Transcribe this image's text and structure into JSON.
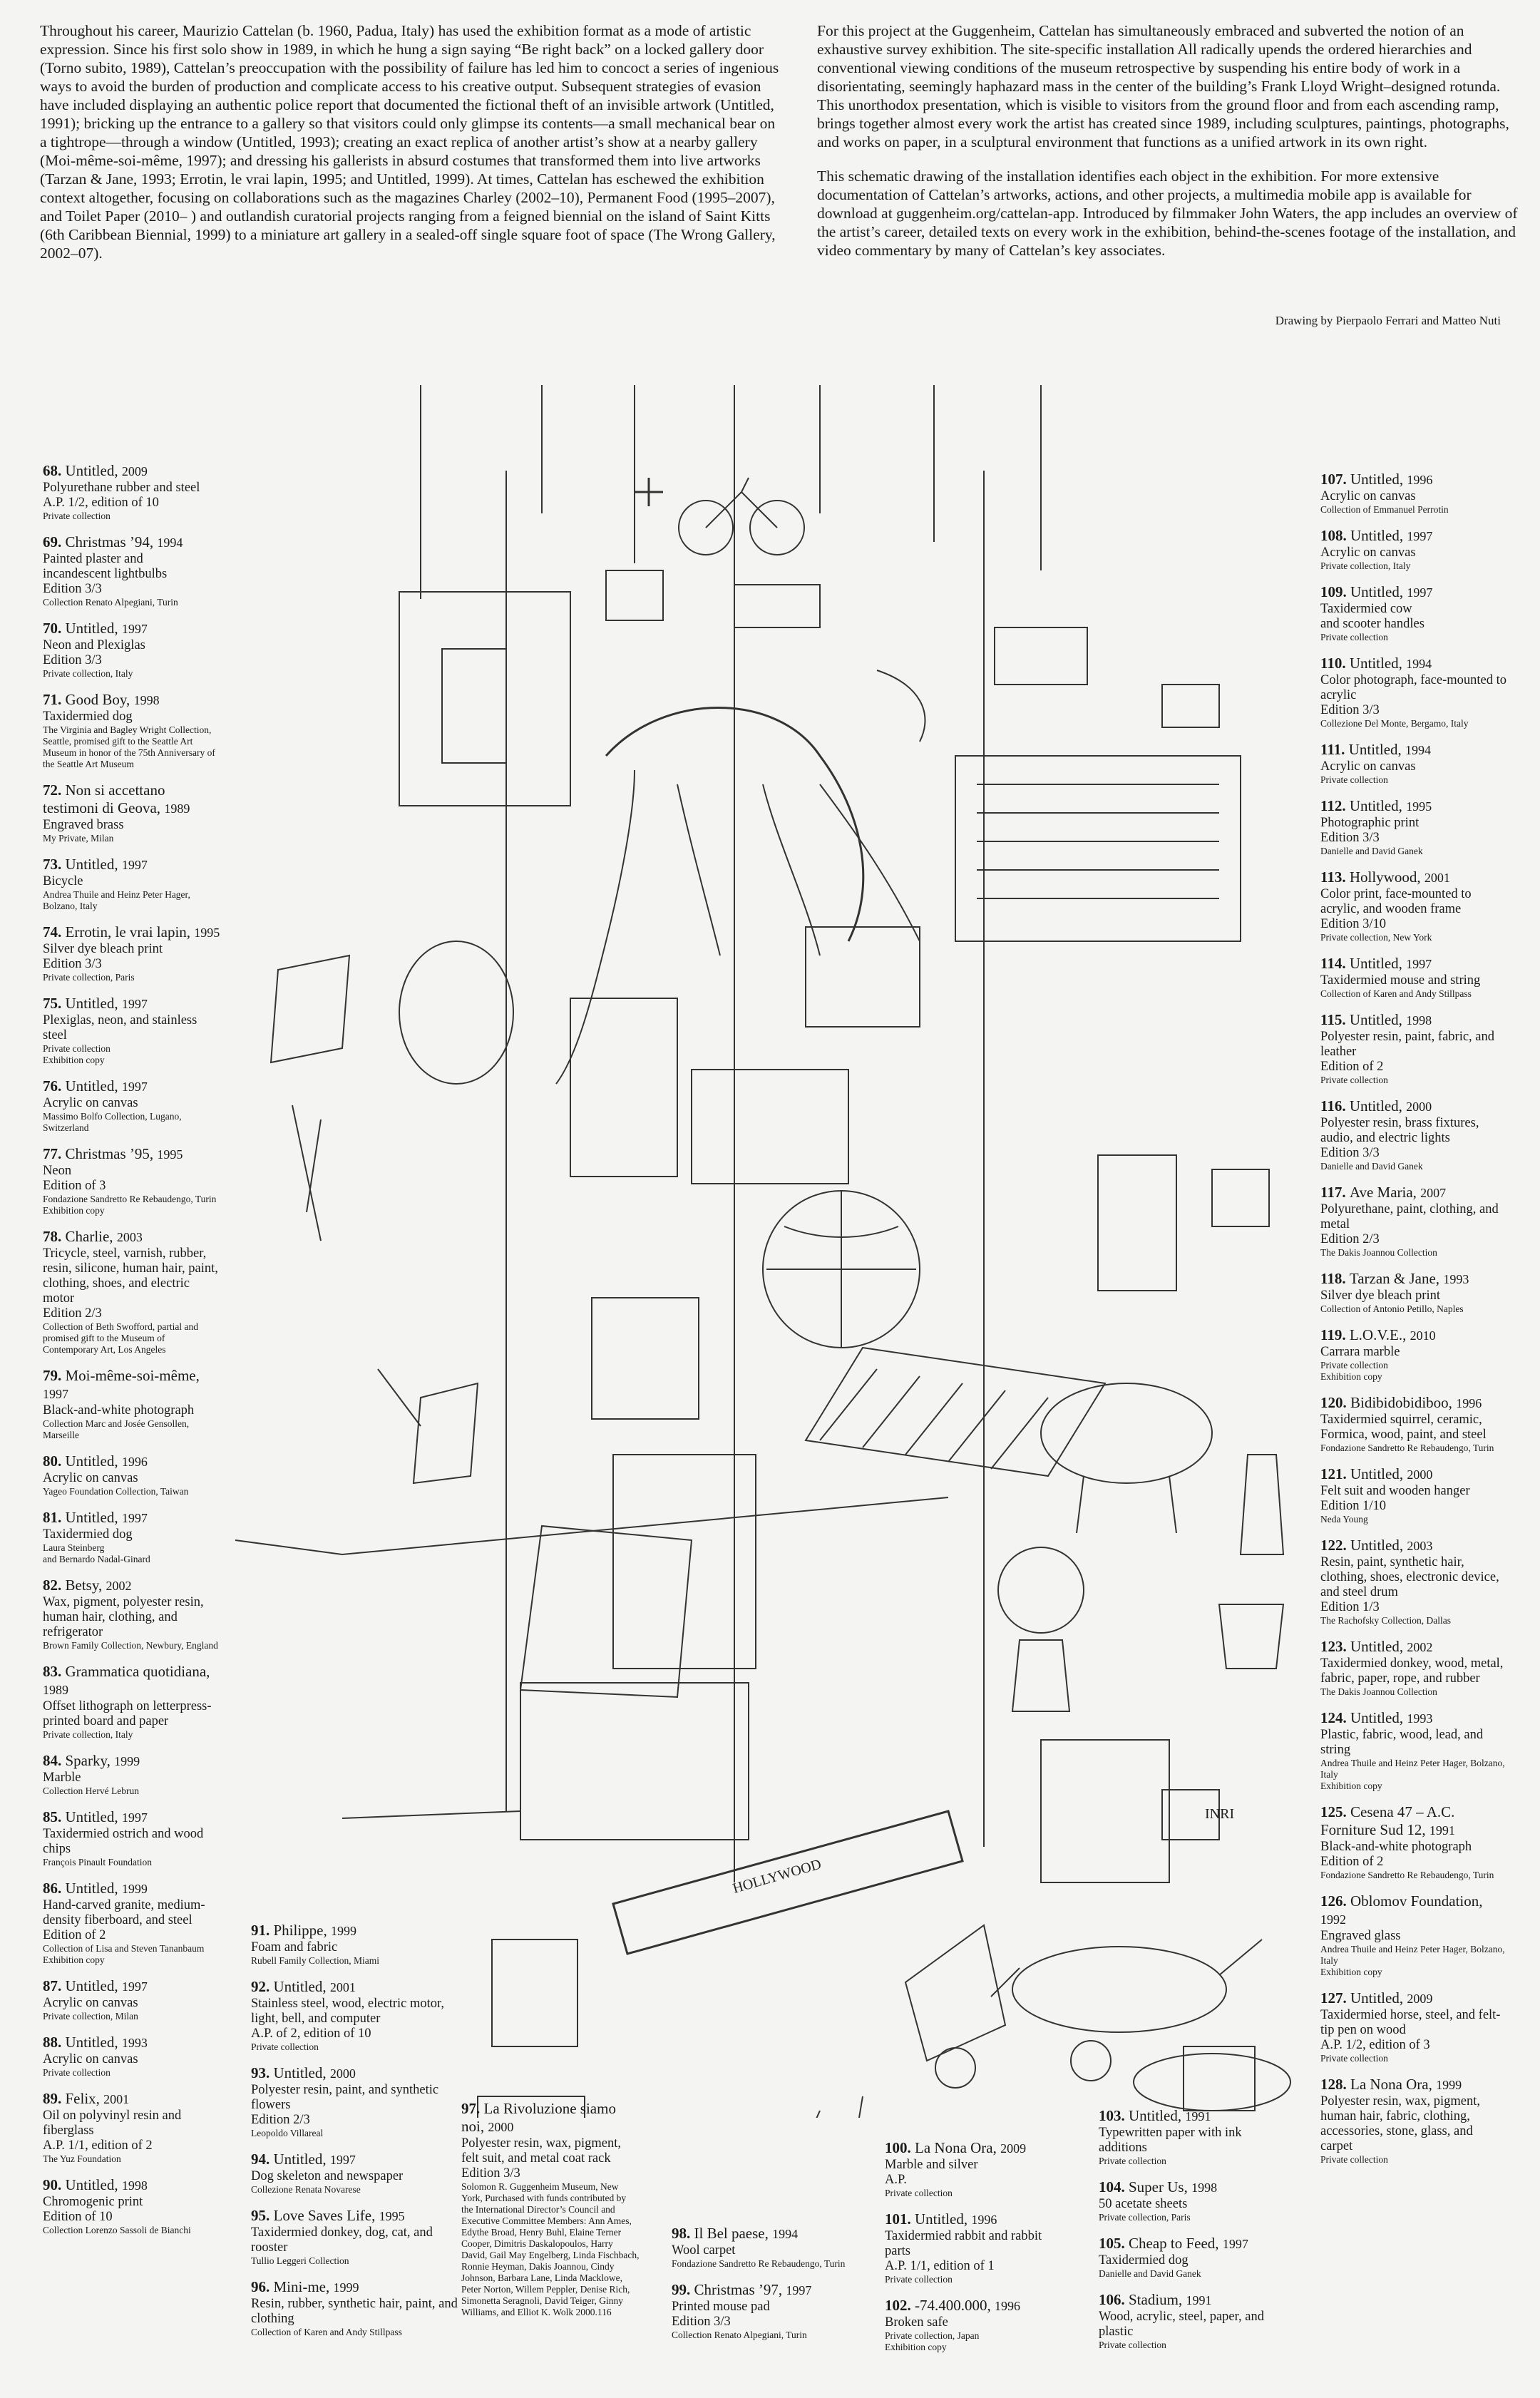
{
  "intro_left": "Throughout his career, Maurizio Cattelan (b. 1960, Padua, Italy) has used the exhibition format as a mode of artistic expression. Since his first solo show in 1989, in which he hung a sign saying “Be right back” on a locked gallery door (Torno subito, 1989), Cattelan’s preoccupation with the possibility of failure has led him to concoct a series of ingenious ways to avoid the burden of production and complicate access to his creative output. Subsequent strategies of evasion have included displaying an authentic police report that documented the fictional theft of an invisible artwork (Untitled, 1991); bricking up the entrance to a gallery so that visitors could only glimpse its contents—a small mechanical bear on a tightrope—through a window (Untitled, 1993); creating an exact replica of another artist’s show at a nearby gallery (Moi-même-soi-même, 1997); and dressing his gallerists in absurd costumes that transformed them into live artworks (Tarzan & Jane, 1993; Errotin, le vrai lapin, 1995; and Untitled, 1999). At times, Cattelan has eschewed the exhibition context altogether, focusing on collaborations such as the magazines Charley (2002–10), Permanent Food (1995–2007), and Toilet Paper (2010– ) and outlandish curatorial projects ranging from a feigned biennial on the island of Saint Kitts (6th Caribbean Biennial, 1999) to a miniature art gallery in a sealed-off single square foot of space (The Wrong Gallery, 2002–07).",
  "intro_right_1": "For this project at the Guggenheim, Cattelan has simultaneously embraced and subverted the notion of an exhaustive survey exhibition. The site-specific installation All radically upends the ordered hierarchies and conventional viewing conditions of the museum retrospective by suspending his entire body of work in a disorientating, seemingly haphazard mass in the center of the building’s Frank Lloyd Wright–designed rotunda. This unorthodox presentation, which is visible to visitors from the ground floor and from each ascending ramp, brings together almost every work the artist has created since 1989, including sculptures, paintings, photographs, and works on paper, in a sculptural environment that functions as a unified artwork in its own right.",
  "intro_right_2": "This schematic drawing of the installation identifies each object in the exhibition. For more extensive documentation of Cattelan’s artworks, actions, and other projects, a multimedia mobile app is available for download at guggenheim.org/cattelan-app. Introduced by filmmaker John Waters, the app includes an overview of the artist’s career, detailed texts on every work in the exhibition, behind-the-scenes footage of the installation, and video commentary by many of Cattelan’s key associates.",
  "credit": "Drawing by Pierpaolo Ferrari and Matteo Nuti",
  "drawing_labels": {
    "sign_hollywood": "HOLLYWOOD",
    "sign_inri": "INRI"
  },
  "left_column": [
    {
      "n": "68.",
      "t": "Untitled,",
      "y": "2009",
      "d": "Polyurethane rubber and steel\nA.P. 1/2, edition of 10",
      "c": "Private collection"
    },
    {
      "n": "69.",
      "t": "Christmas ’94,",
      "y": "1994",
      "d": "Painted plaster and\nincandescent lightbulbs\nEdition 3/3",
      "c": "Collection Renato Alpegiani, Turin"
    },
    {
      "n": "70.",
      "t": "Untitled,",
      "y": "1997",
      "d": "Neon and Plexiglas\nEdition 3/3",
      "c": "Private collection, Italy"
    },
    {
      "n": "71.",
      "t": "Good Boy,",
      "y": "1998",
      "d": "Taxidermied dog",
      "c": "The Virginia and Bagley Wright Collection, Seattle, promised gift to the Seattle Art Museum in honor of the 75th Anniversary of the Seattle Art Museum"
    },
    {
      "n": "72.",
      "t": "Non si accettano testimoni di Geova,",
      "y": "1989",
      "d": "Engraved brass",
      "c": "My Private, Milan"
    },
    {
      "n": "73.",
      "t": "Untitled,",
      "y": "1997",
      "d": "Bicycle",
      "c": "Andrea Thuile and Heinz Peter Hager, Bolzano, Italy"
    },
    {
      "n": "74.",
      "t": "Errotin, le vrai lapin,",
      "y": "1995",
      "d": "Silver dye bleach print\nEdition 3/3",
      "c": "Private collection, Paris"
    },
    {
      "n": "75.",
      "t": "Untitled,",
      "y": "1997",
      "d": "Plexiglas, neon, and stainless steel",
      "c": "Private collection\nExhibition copy"
    },
    {
      "n": "76.",
      "t": "Untitled,",
      "y": "1997",
      "d": "Acrylic on canvas",
      "c": "Massimo Bolfo Collection, Lugano, Switzerland"
    },
    {
      "n": "77.",
      "t": "Christmas ’95,",
      "y": "1995",
      "d": "Neon\nEdition of 3",
      "c": "Fondazione Sandretto Re Rebaudengo, Turin\nExhibition copy"
    },
    {
      "n": "78.",
      "t": "Charlie,",
      "y": "2003",
      "d": "Tricycle, steel, varnish, rubber, resin, silicone, human hair, paint, clothing, shoes, and electric motor\nEdition 2/3",
      "c": "Collection of Beth Swofford, partial and promised gift to the Museum of Contemporary Art, Los Angeles"
    },
    {
      "n": "79.",
      "t": "Moi-même-soi-même,",
      "y": "1997",
      "d": "Black-and-white photograph",
      "c": "Collection Marc and Josée Gensollen, Marseille"
    },
    {
      "n": "80.",
      "t": "Untitled,",
      "y": "1996",
      "d": "Acrylic on canvas",
      "c": "Yageo Foundation Collection, Taiwan"
    },
    {
      "n": "81.",
      "t": "Untitled,",
      "y": "1997",
      "d": "Taxidermied dog",
      "c": "Laura Steinberg\nand Bernardo Nadal-Ginard"
    },
    {
      "n": "82.",
      "t": "Betsy,",
      "y": "2002",
      "d": "Wax, pigment, polyester resin, human hair, clothing, and refrigerator",
      "c": "Brown Family Collection, Newbury, England"
    },
    {
      "n": "83.",
      "t": "Grammatica quotidiana,",
      "y": "1989",
      "d": "Offset lithograph on letterpress-printed board and paper",
      "c": "Private collection, Italy"
    },
    {
      "n": "84.",
      "t": "Sparky,",
      "y": "1999",
      "d": "Marble",
      "c": "Collection Hervé Lebrun"
    },
    {
      "n": "85.",
      "t": "Untitled,",
      "y": "1997",
      "d": "Taxidermied ostrich and wood chips",
      "c": "François Pinault Foundation"
    },
    {
      "n": "86.",
      "t": "Untitled,",
      "y": "1999",
      "d": "Hand-carved granite, medium-density fiberboard, and steel\nEdition of 2",
      "c": "Collection of Lisa and Steven Tananbaum\nExhibition copy"
    },
    {
      "n": "87.",
      "t": "Untitled,",
      "y": "1997",
      "d": "Acrylic on canvas",
      "c": "Private collection, Milan"
    },
    {
      "n": "88.",
      "t": "Untitled,",
      "y": "1993",
      "d": "Acrylic on canvas",
      "c": "Private collection"
    },
    {
      "n": "89.",
      "t": "Felix,",
      "y": "2001",
      "d": "Oil on polyvinyl resin and fiberglass\nA.P. 1/1, edition of 2",
      "c": "The Yuz Foundation"
    },
    {
      "n": "90.",
      "t": "Untitled,",
      "y": "1998",
      "d": "Chromogenic print\nEdition of 10",
      "c": "Collection Lorenzo Sassoli de Bianchi"
    }
  ],
  "right_column": [
    {
      "n": "107.",
      "t": "Untitled,",
      "y": "1996",
      "d": "Acrylic on canvas",
      "c": "Collection of Emmanuel Perrotin"
    },
    {
      "n": "108.",
      "t": "Untitled,",
      "y": "1997",
      "d": "Acrylic on canvas",
      "c": "Private collection, Italy"
    },
    {
      "n": "109.",
      "t": "Untitled,",
      "y": "1997",
      "d": "Taxidermied cow\nand scooter handles",
      "c": "Private collection"
    },
    {
      "n": "110.",
      "t": "Untitled,",
      "y": "1994",
      "d": "Color photograph, face-mounted to acrylic\nEdition 3/3",
      "c": "Collezione Del Monte, Bergamo, Italy"
    },
    {
      "n": "111.",
      "t": "Untitled,",
      "y": "1994",
      "d": "Acrylic on canvas",
      "c": "Private collection"
    },
    {
      "n": "112.",
      "t": "Untitled,",
      "y": "1995",
      "d": "Photographic print\nEdition 3/3",
      "c": "Danielle and David Ganek"
    },
    {
      "n": "113.",
      "t": "Hollywood,",
      "y": "2001",
      "d": "Color print, face-mounted to acrylic, and wooden frame\nEdition 3/10",
      "c": "Private collection, New York"
    },
    {
      "n": "114.",
      "t": "Untitled,",
      "y": "1997",
      "d": "Taxidermied mouse and string",
      "c": "Collection of Karen and Andy Stillpass"
    },
    {
      "n": "115.",
      "t": "Untitled,",
      "y": "1998",
      "d": "Polyester resin, paint, fabric, and leather\nEdition of 2",
      "c": "Private collection"
    },
    {
      "n": "116.",
      "t": "Untitled,",
      "y": "2000",
      "d": "Polyester resin, brass fixtures, audio, and electric lights\nEdition 3/3",
      "c": "Danielle and David Ganek"
    },
    {
      "n": "117.",
      "t": "Ave Maria,",
      "y": "2007",
      "d": "Polyurethane, paint, clothing, and metal\nEdition 2/3",
      "c": "The Dakis Joannou Collection"
    },
    {
      "n": "118.",
      "t": "Tarzan & Jane,",
      "y": "1993",
      "d": "Silver dye bleach print",
      "c": "Collection of Antonio Petillo, Naples"
    },
    {
      "n": "119.",
      "t": "L.O.V.E.,",
      "y": "2010",
      "d": "Carrara marble",
      "c": "Private collection\nExhibition copy"
    },
    {
      "n": "120.",
      "t": "Bidibidobidiboo,",
      "y": "1996",
      "d": "Taxidermied squirrel, ceramic, Formica, wood, paint, and steel",
      "c": "Fondazione Sandretto Re Rebaudengo, Turin"
    },
    {
      "n": "121.",
      "t": "Untitled,",
      "y": "2000",
      "d": "Felt suit and wooden hanger\nEdition 1/10",
      "c": "Neda Young"
    },
    {
      "n": "122.",
      "t": "Untitled,",
      "y": "2003",
      "d": "Resin, paint, synthetic hair, clothing, shoes, electronic device, and steel drum\nEdition 1/3",
      "c": "The Rachofsky Collection, Dallas"
    },
    {
      "n": "123.",
      "t": "Untitled,",
      "y": "2002",
      "d": "Taxidermied donkey, wood, metal, fabric, paper, rope, and rubber",
      "c": "The Dakis Joannou Collection"
    },
    {
      "n": "124.",
      "t": "Untitled,",
      "y": "1993",
      "d": "Plastic, fabric, wood, lead, and string",
      "c": "Andrea Thuile and Heinz Peter Hager, Bolzano, Italy\nExhibition copy"
    },
    {
      "n": "125.",
      "t": "Cesena 47 – A.C. Forniture Sud 12,",
      "y": "1991",
      "d": "Black-and-white photograph\nEdition of 2",
      "c": "Fondazione Sandretto Re Rebaudengo, Turin"
    },
    {
      "n": "126.",
      "t": "Oblomov Foundation,",
      "y": "1992",
      "d": "Engraved glass",
      "c": "Andrea Thuile and Heinz Peter Hager, Bolzano, Italy\nExhibition copy"
    },
    {
      "n": "127.",
      "t": "Untitled,",
      "y": "2009",
      "d": "Taxidermied horse, steel, and felt-tip pen on wood\nA.P. 1/2, edition of 3",
      "c": "Private collection"
    },
    {
      "n": "128.",
      "t": "La Nona Ora,",
      "y": "1999",
      "d": "Polyester resin, wax, pigment, human hair, fabric, clothing, accessories, stone, glass, and carpet",
      "c": "Private collection"
    }
  ],
  "bottom_col_1": [
    {
      "n": "91.",
      "t": "Philippe,",
      "y": "1999",
      "d": "Foam and fabric",
      "c": "Rubell Family Collection, Miami"
    },
    {
      "n": "92.",
      "t": "Untitled,",
      "y": "2001",
      "d": "Stainless steel, wood, electric motor, light, bell, and computer\nA.P. of 2, edition of 10",
      "c": "Private collection"
    },
    {
      "n": "93.",
      "t": "Untitled,",
      "y": "2000",
      "d": "Polyester resin, paint, and synthetic flowers\nEdition 2/3",
      "c": "Leopoldo Villareal"
    },
    {
      "n": "94.",
      "t": "Untitled,",
      "y": "1997",
      "d": "Dog skeleton and newspaper",
      "c": "Collezione Renata Novarese"
    },
    {
      "n": "95.",
      "t": "Love Saves Life,",
      "y": "1995",
      "d": "Taxidermied donkey, dog, cat, and rooster",
      "c": "Tullio Leggeri Collection"
    },
    {
      "n": "96.",
      "t": "Mini-me,",
      "y": "1999",
      "d": "Resin, rubber, synthetic hair, paint, and clothing",
      "c": "Collection of Karen and Andy Stillpass"
    }
  ],
  "bottom_col_2": [
    {
      "n": "97.",
      "t": "La Rivoluzione siamo noi,",
      "y": "2000",
      "d": "Polyester resin, wax, pigment, felt suit, and metal coat rack\nEdition 3/3",
      "c": "Solomon R. Guggenheim Museum, New York, Purchased with funds contributed by the International Director’s Council and Executive Committee Members: Ann Ames, Edythe Broad, Henry Buhl, Elaine Terner Cooper, Dimitris Daskalopoulos, Harry David, Gail May Engelberg, Linda Fischbach, Ronnie Heyman, Dakis Joannou, Cindy Johnson, Barbara Lane, Linda Macklowe, Peter Norton, Willem Peppler, Denise Rich, Simonetta Seragnoli, David Teiger, Ginny Williams, and Elliot K. Wolk 2000.116"
    }
  ],
  "bottom_col_3": [
    {
      "n": "98.",
      "t": "Il Bel paese,",
      "y": "1994",
      "d": "Wool carpet",
      "c": "Fondazione Sandretto Re Rebaudengo, Turin"
    },
    {
      "n": "99.",
      "t": "Christmas ’97,",
      "y": "1997",
      "d": "Printed mouse pad\nEdition 3/3",
      "c": "Collection Renato Alpegiani, Turin"
    }
  ],
  "bottom_col_4": [
    {
      "n": "100.",
      "t": "La Nona Ora,",
      "y": "2009",
      "d": "Marble and silver\nA.P.",
      "c": "Private collection"
    },
    {
      "n": "101.",
      "t": "Untitled,",
      "y": "1996",
      "d": "Taxidermied rabbit and rabbit parts\nA.P. 1/1, edition of 1",
      "c": "Private collection"
    },
    {
      "n": "102.",
      "t": "-74.400.000,",
      "y": "1996",
      "d": "Broken safe",
      "c": "Private collection, Japan\nExhibition copy"
    }
  ],
  "bottom_col_5": [
    {
      "n": "103.",
      "t": "Untitled,",
      "y": "1991",
      "d": "Typewritten paper with ink additions",
      "c": "Private collection"
    },
    {
      "n": "104.",
      "t": "Super Us,",
      "y": "1998",
      "d": "50 acetate sheets",
      "c": "Private collection, Paris"
    },
    {
      "n": "105.",
      "t": "Cheap to Feed,",
      "y": "1997",
      "d": "Taxidermied dog",
      "c": "Danielle and David Ganek"
    },
    {
      "n": "106.",
      "t": "Stadium,",
      "y": "1991",
      "d": "Wood, acrylic, steel, paper, and plastic",
      "c": "Private collection"
    }
  ]
}
